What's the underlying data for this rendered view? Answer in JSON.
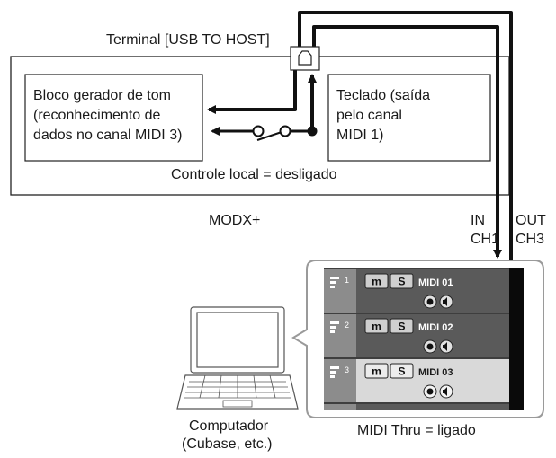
{
  "labels": {
    "terminal": "Terminal [USB TO HOST]",
    "tone_block_1": "Bloco gerador de tom",
    "tone_block_2": "(reconhecimento de",
    "tone_block_3": "dados no canal MIDI 3)",
    "keyboard_1": "Teclado (saída",
    "keyboard_2": "pelo canal",
    "keyboard_3": "MIDI 1)",
    "local_control": "Controle local = desligado",
    "device": "MODX+",
    "in_1": "IN",
    "in_2": "CH1",
    "out_1": "OUT",
    "out_2": "CH3",
    "computer_1": "Computador",
    "computer_2": "(Cubase, etc.)",
    "midi_thru": "MIDI Thru = ligado"
  },
  "tracks": [
    {
      "number": "1",
      "mute": "m",
      "solo": "S",
      "name": "MIDI 01",
      "selected": false
    },
    {
      "number": "2",
      "mute": "m",
      "solo": "S",
      "name": "MIDI 02",
      "selected": false
    },
    {
      "number": "3",
      "mute": "m",
      "solo": "S",
      "name": "MIDI 03",
      "selected": true
    }
  ],
  "colors": {
    "track_bg": "#5a5a5a",
    "track_selected_bg": "#d9d9d9",
    "track_header": "#8c8c8c",
    "panel_border": "#9a9a9a"
  }
}
